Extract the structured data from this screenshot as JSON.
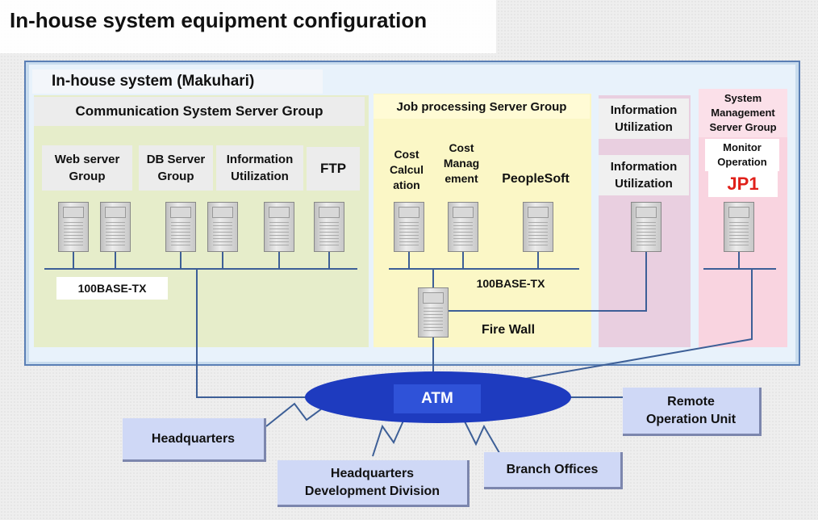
{
  "page_title": "In-house system equipment configuration",
  "system": {
    "title": "In-house system (Makuhari)",
    "comm_group": {
      "title": "Communication System Server Group",
      "web": [
        "Web server",
        "Group"
      ],
      "db": [
        "DB Server",
        "Group"
      ],
      "info": [
        "Information",
        "Utilization"
      ],
      "ftp": "FTP",
      "network_label": "100BASE-TX"
    },
    "job_group": {
      "title": "Job processing Server Group",
      "cost_calc": [
        "Cost",
        "Calcul",
        "ation"
      ],
      "cost_mgmt": [
        "Cost",
        "Manag",
        "ement"
      ],
      "peoplesoft": "PeopleSoft",
      "network_label": "100BASE-TX",
      "firewall": "Fire Wall"
    },
    "info_group": {
      "title": [
        "Information",
        "Utilization"
      ],
      "sub": [
        "Information",
        "Utilization"
      ]
    },
    "mgmt_group": {
      "title": [
        "System",
        "Management",
        "Server Group"
      ],
      "sub": [
        "Monitor",
        "Operation"
      ],
      "product": "JP1"
    }
  },
  "atm": "ATM",
  "sites": {
    "headquarters": "Headquarters",
    "hq_dev": [
      "Headquarters",
      "Development Division"
    ],
    "branch": "Branch Offices",
    "remote": [
      "Remote",
      "Operation Unit"
    ]
  },
  "colors": {
    "wire": "#3d5f97",
    "atm_fill": "#1e3bbf",
    "jp1": "#e0201a",
    "site_fill": "#cfd8f6"
  }
}
